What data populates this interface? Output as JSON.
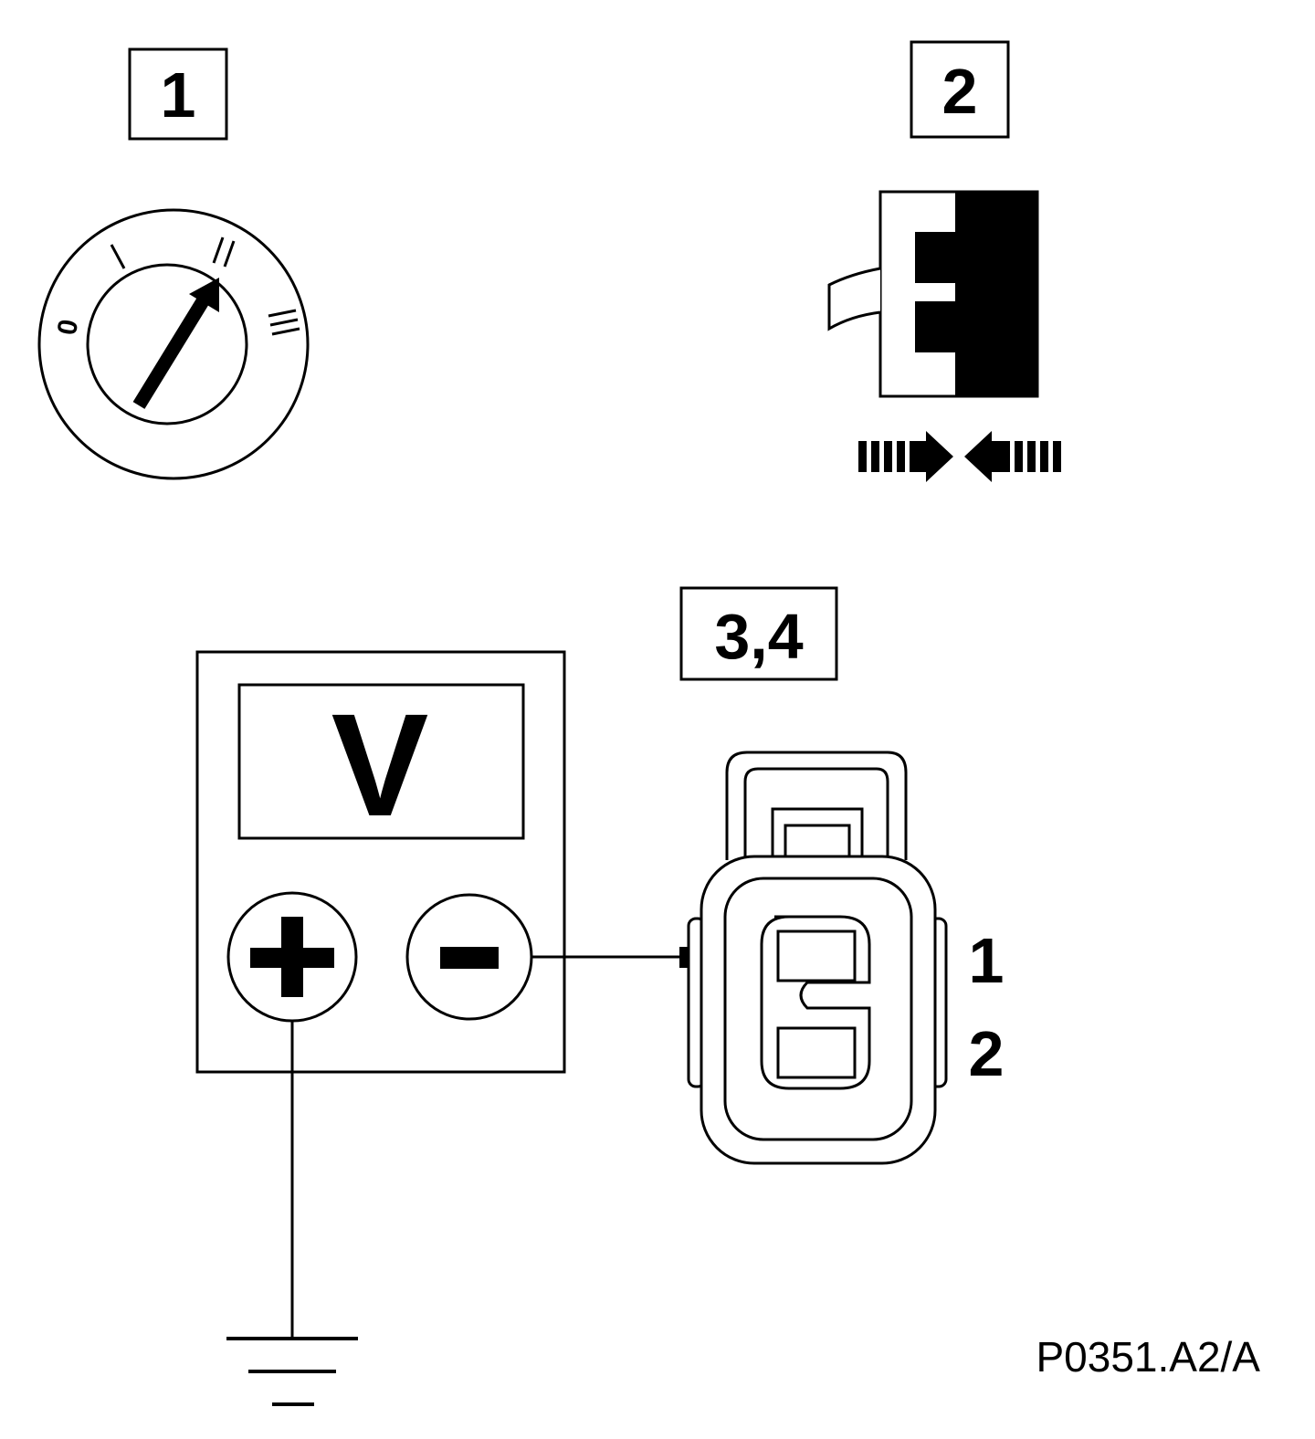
{
  "steps": [
    {
      "label": "1"
    },
    {
      "label": "2"
    },
    {
      "label": "3,4"
    }
  ],
  "ignition": {
    "positions": [
      "0",
      "I",
      "II",
      "III"
    ]
  },
  "meter": {
    "display_label": "V",
    "plus_symbol": "+",
    "minus_symbol": "−"
  },
  "connector": {
    "pins": [
      "1",
      "2"
    ]
  },
  "reference_code": "P0351.A2/A"
}
